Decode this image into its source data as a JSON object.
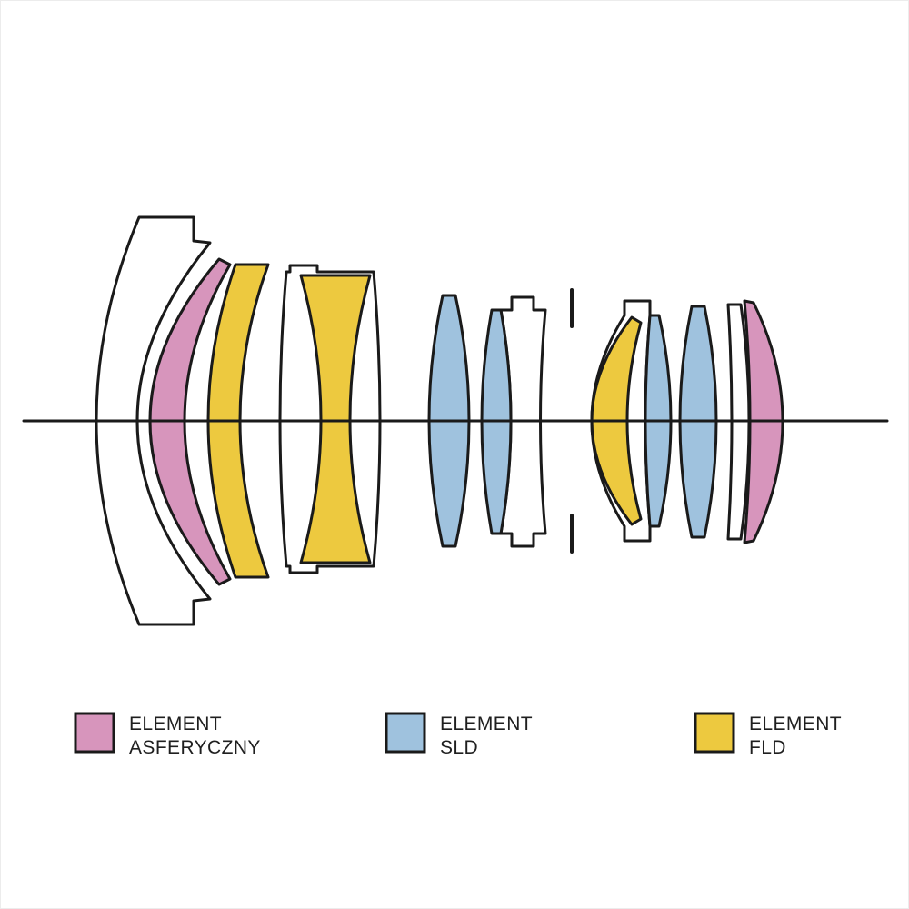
{
  "diagram": {
    "name": "lens-optical-construction-diagram",
    "colors": {
      "pink": "#D795BC",
      "blue": "#9FC2DE",
      "yellow": "#EDC93F",
      "white": "#FFFFFF",
      "outline": "#1A1A1A"
    },
    "legend": [
      {
        "id": "aspherical",
        "lines": [
          "ELEMENT",
          "ASFERYCZNY"
        ]
      },
      {
        "id": "sld",
        "lines": [
          "ELEMENT",
          "SLD"
        ]
      },
      {
        "id": "fld",
        "lines": [
          "ELEMENT",
          "FLD"
        ]
      }
    ]
  }
}
